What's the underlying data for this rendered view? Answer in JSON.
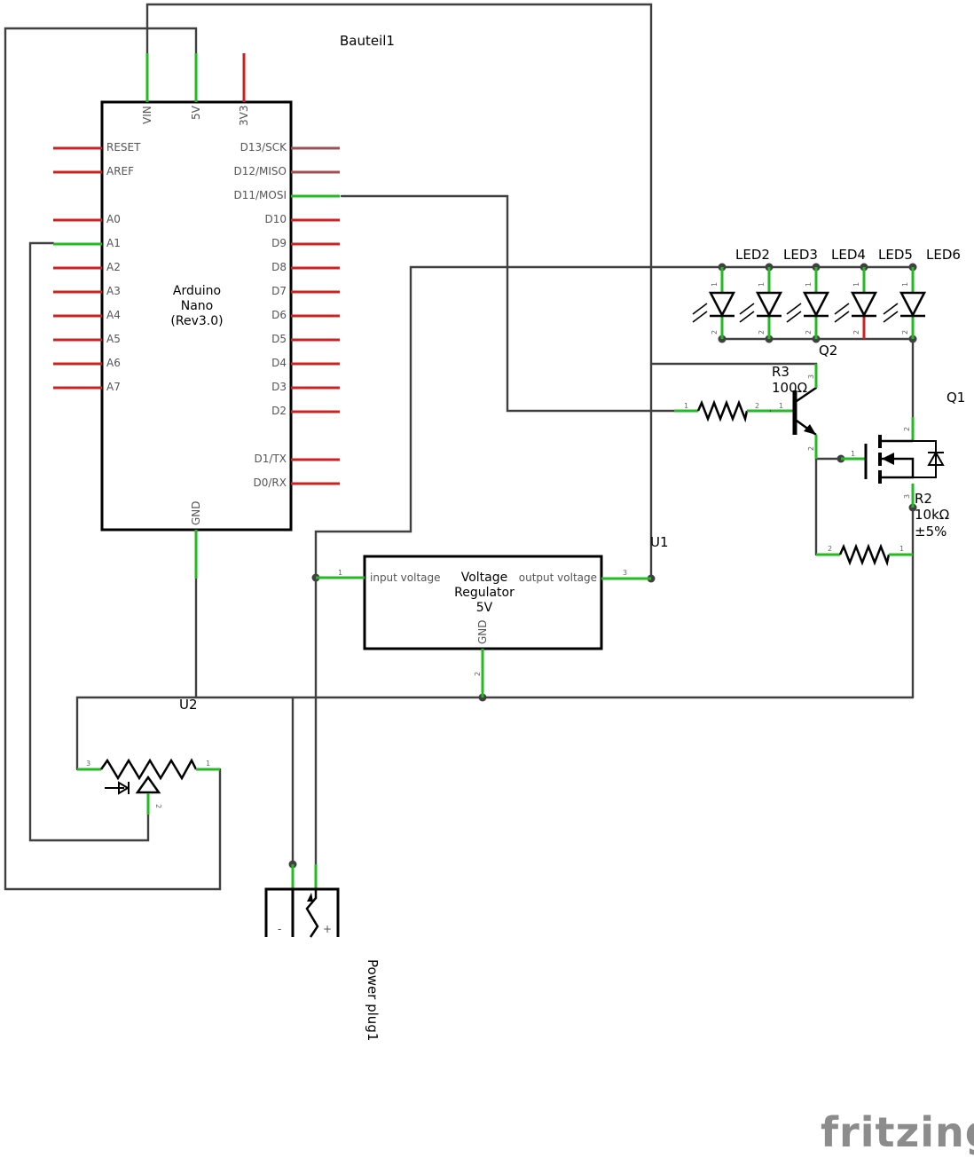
{
  "arduino": {
    "title": "Bauteil1",
    "name_line1": "Arduino",
    "name_line2": "Nano",
    "name_line3": "(Rev3.0)",
    "top_pins": [
      "VIN",
      "5V",
      "3V3"
    ],
    "left_pins": [
      "RESET",
      "AREF",
      "A0",
      "A1",
      "A2",
      "A3",
      "A4",
      "A5",
      "A6",
      "A7"
    ],
    "right_pins": [
      "D13/SCK",
      "D12/MISO",
      "D11/MOSI",
      "D10",
      "D9",
      "D8",
      "D7",
      "D6",
      "D5",
      "D4",
      "D3",
      "D2",
      "D1/TX",
      "D0/RX"
    ],
    "bottom_pin": "GND"
  },
  "leds": {
    "labels": [
      "LED2",
      "LED3",
      "LED4",
      "LED5",
      "LED6"
    ],
    "pin_top": "1",
    "pin_bottom": "2"
  },
  "q2": {
    "label": "Q2",
    "pin_base": "1",
    "pin_emitter": "2",
    "pin_collector": "3"
  },
  "r3": {
    "name": "R3",
    "value": "100Ω",
    "pin1": "1",
    "pin2": "2"
  },
  "q1": {
    "label": "Q1",
    "pin_gate": "1",
    "pin_drain": "2",
    "pin_source": "3"
  },
  "r2": {
    "name": "R2",
    "value": "10kΩ",
    "tolerance": "±5%",
    "pin1": "1",
    "pin2": "2"
  },
  "regulator": {
    "label": "U1",
    "title_line1": "Voltage",
    "title_line2": "Regulator",
    "title_line3": "5V",
    "input_label": "input voltage",
    "output_label": "output voltage",
    "gnd_label": "GND",
    "pin_in": "1",
    "pin_gnd": "2",
    "pin_out": "3"
  },
  "potentiometer": {
    "label": "U2",
    "pin1": "1",
    "pin2": "2",
    "pin3": "3"
  },
  "power_plug": {
    "label": "Power plug1",
    "minus": "-",
    "plus": "+"
  },
  "logo": {
    "text": "fritzing"
  },
  "colors": {
    "wire": "#404040",
    "connected_leg": "#22bb22",
    "unconnected_leg": "#cc2222",
    "component": "#000000",
    "logo": "#8c8c8c"
  }
}
